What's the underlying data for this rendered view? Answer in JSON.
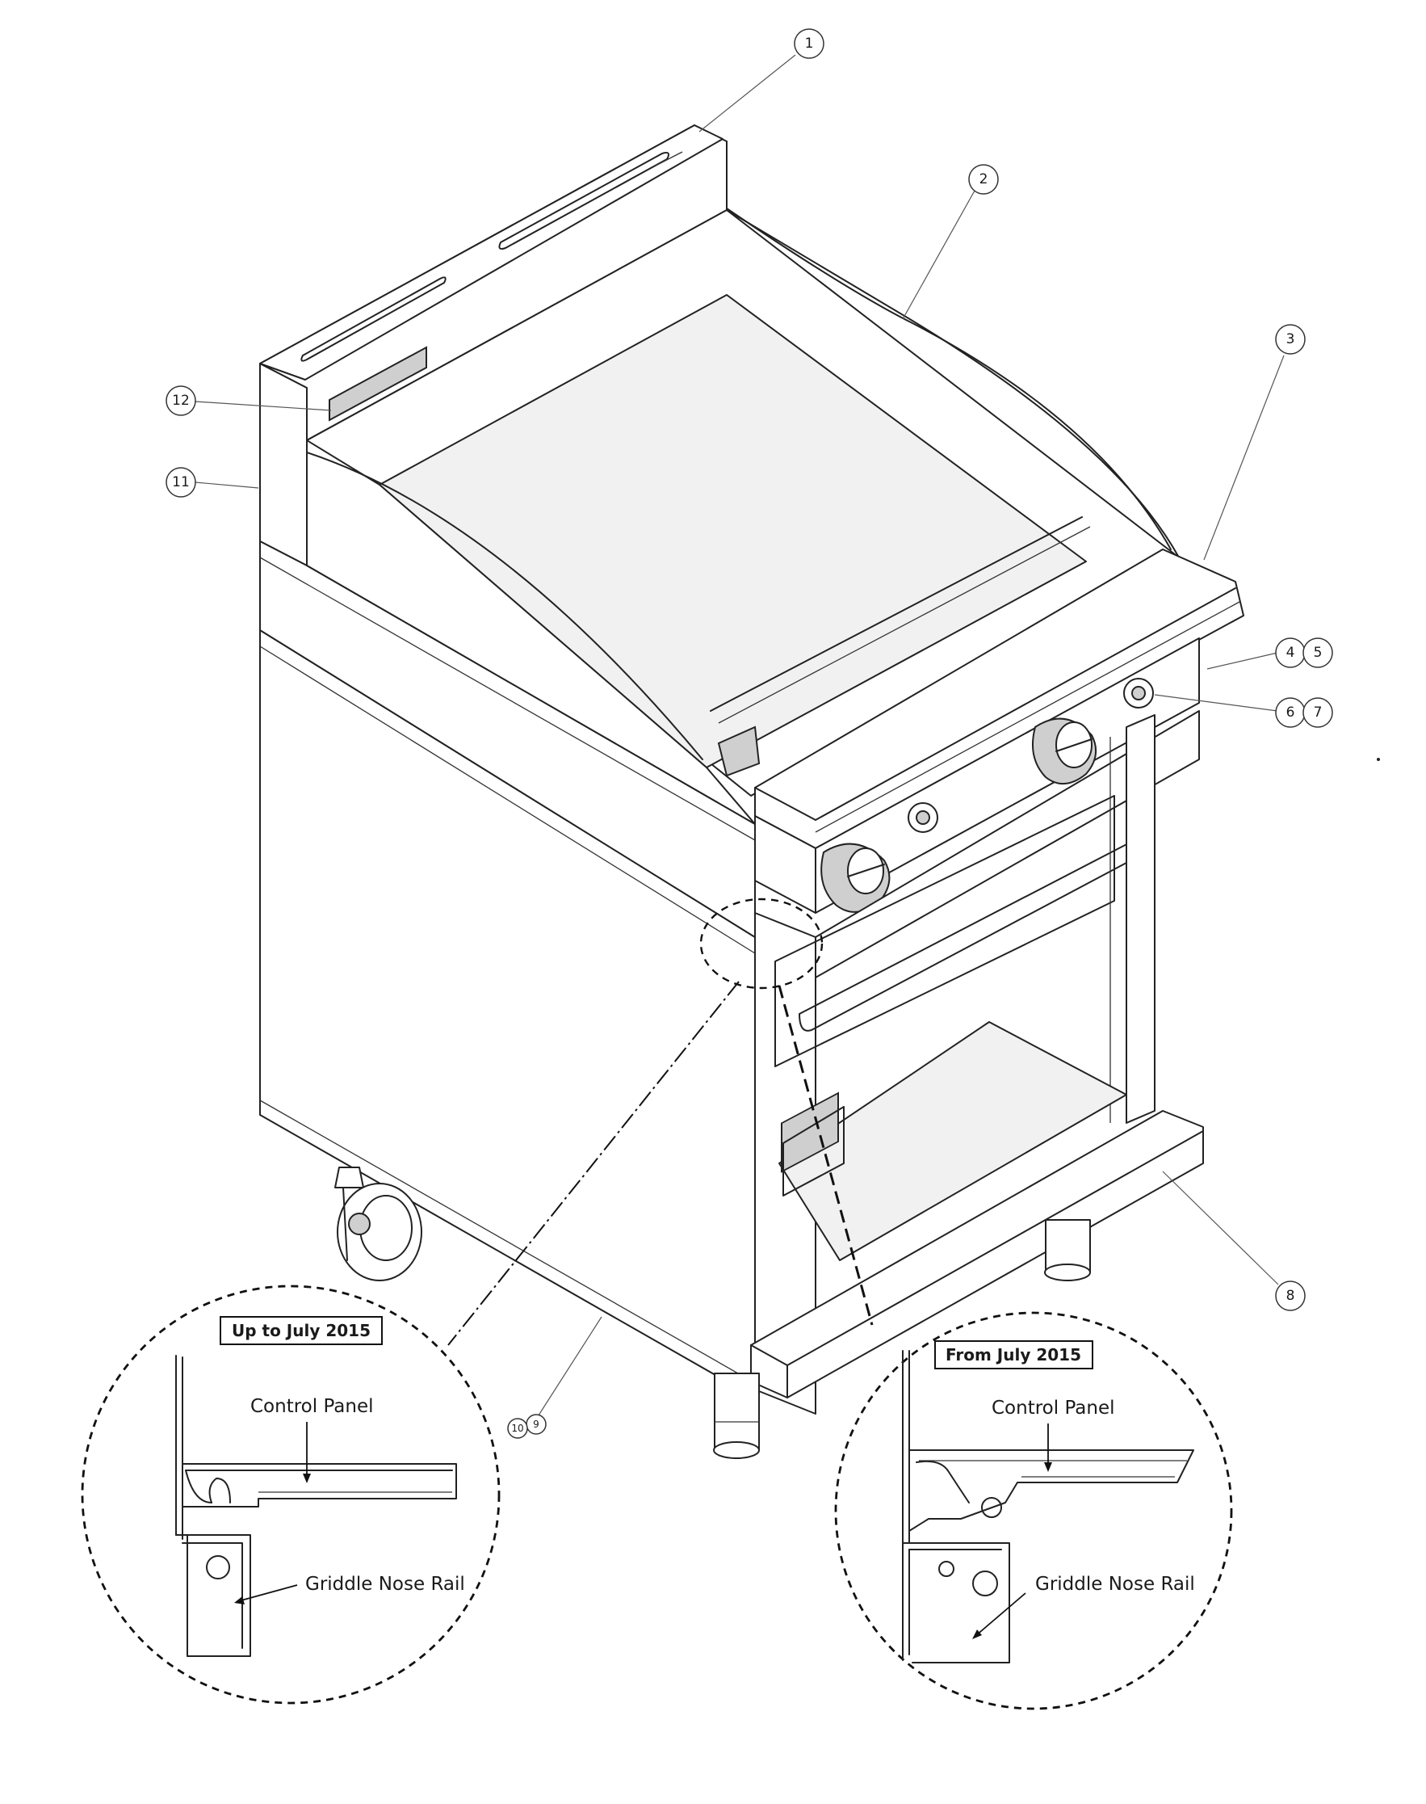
{
  "balloons": [
    "1",
    "2",
    "3",
    "4",
    "5",
    "6",
    "7",
    "8",
    "9",
    "10",
    "11",
    "12"
  ],
  "detail_old": {
    "date_label": "Up to July 2015",
    "label_top": "Control Panel",
    "label_bottom": "Griddle Nose Rail"
  },
  "detail_new": {
    "date_label": "From July 2015",
    "label_top": "Control Panel",
    "label_bottom": "Griddle Nose Rail"
  }
}
